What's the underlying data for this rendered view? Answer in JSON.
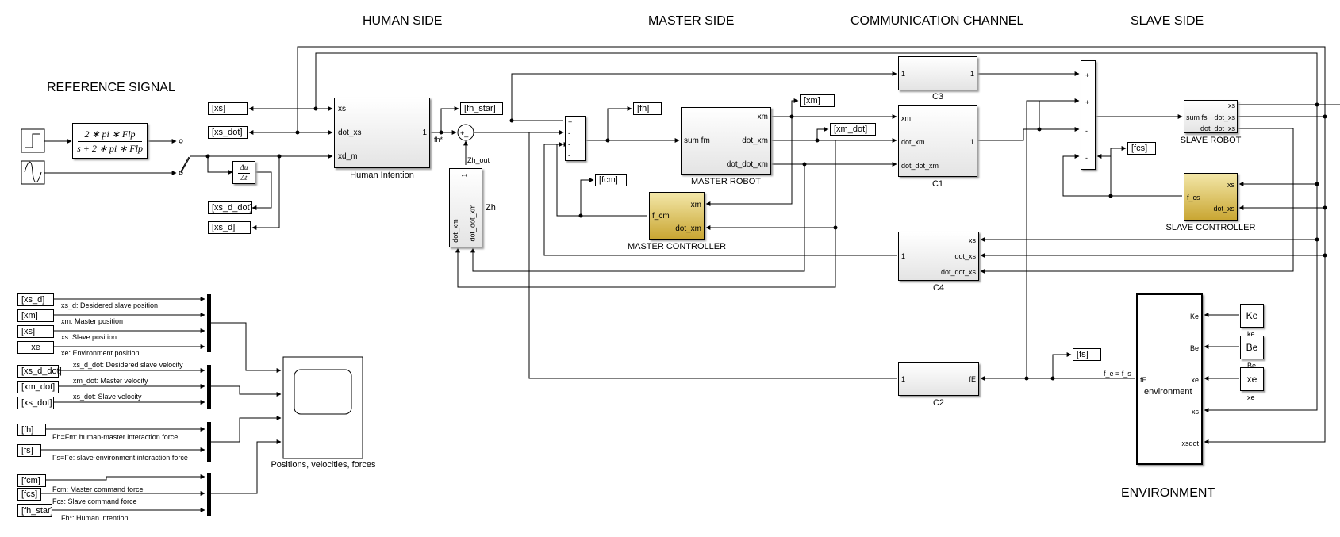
{
  "titles": {
    "reference": "REFERENCE SIGNAL",
    "human": "HUMAN SIDE",
    "master": "MASTER SIDE",
    "channel": "COMMUNICATION CHANNEL",
    "slave": "SLAVE SIDE",
    "environment": "ENVIRONMENT"
  },
  "tf": {
    "num": "2 ∗ pi ∗ Flp",
    "den": "s + 2 ∗ pi ∗ Flp"
  },
  "deriv": {
    "num": "Δu",
    "den": "Δt"
  },
  "goto": {
    "xs": "[xs]",
    "xs_dot": "[xs_dot]",
    "xs_d_dot": "[xs_d_dot]",
    "xs_d": "[xs_d]",
    "fh_star": "[fh_star]",
    "fh": "[fh]",
    "xm": "[xm]",
    "xm_dot": "[xm_dot]",
    "fcm": "[fcm]",
    "fcs": "[fcs]",
    "fs": "[fs]"
  },
  "human_intention": {
    "caption": "Human Intention",
    "in1": "xs",
    "in2": "dot_xs",
    "in3": "xd_m",
    "out": "1",
    "out_sig": "fh*"
  },
  "zh": {
    "caption": "Zh",
    "out_sig": "Zh_out",
    "port1": "dot_xm",
    "port2": "dot_dot_xm",
    "out": "1"
  },
  "master_robot": {
    "caption": "MASTER ROBOT",
    "in": "sum fm",
    "o1": "xm",
    "o2": "dot_xm",
    "o3": "dot_dot_xm"
  },
  "master_controller": {
    "caption": "MASTER CONTROLLER",
    "in1": "xm",
    "in2": "dot_xm",
    "out": "f_cm"
  },
  "c3": {
    "caption": "C3",
    "in": "1",
    "out": "1"
  },
  "c1": {
    "caption": "C1",
    "in1": "xm",
    "in2": "dot_xm",
    "in3": "dot_dot_xm",
    "out": "1"
  },
  "c4": {
    "caption": "C4",
    "in1": "xs",
    "in2": "dot_xs",
    "in3": "dot_dot_xs",
    "out": "1"
  },
  "c2": {
    "caption": "C2",
    "in": "fE",
    "out": "1"
  },
  "slave_robot": {
    "caption": "SLAVE ROBOT",
    "in": "sum fs",
    "o1": "xs",
    "o2": "dot_xs",
    "o3": "dot_dot_xs"
  },
  "slave_controller": {
    "caption": "SLAVE CONTROLLER",
    "in1": "xs",
    "in2": "dot_xs",
    "out": "f_cs"
  },
  "environment": {
    "label": "environment",
    "out": "fE",
    "p1": "Ke",
    "p2": "Be",
    "p3": "xe",
    "p4": "xs",
    "p5": "xsdot",
    "out_sig": "f_e = f_s"
  },
  "constants": {
    "ke": "Ke",
    "be": "Be",
    "xe": "xe",
    "ke_cap": "ke",
    "be_cap": "Be",
    "xe_cap": "xe"
  },
  "signs": {
    "sum1": "+_",
    "m1": "+",
    "m2": "-",
    "m3": "-",
    "m4": "-",
    "s1": "+",
    "s2": "+",
    "s3": "-",
    "s4": "-"
  },
  "scope": {
    "caption": "Positions, velocities, forces"
  },
  "from": {
    "xs_d": "[xs_d]",
    "xm": "[xm]",
    "xs": "[xs]",
    "xe": "xe",
    "xs_d_dot": "[xs_d_dot]",
    "xm_dot": "[xm_dot]",
    "xs_dot": "[xs_dot]",
    "fh": "[fh]",
    "fs": "[fs]",
    "fcm": "[fcm]",
    "fcs": "[fcs]",
    "fh_star": "[fh_star]"
  },
  "desc": {
    "xs_d": "xs_d: Desidered slave position",
    "xm": "xm: Master position",
    "xs": "xs: Slave position",
    "xe": "xe: Environment position",
    "xs_d_dot": "xs_d_dot: Desidered slave velocity",
    "xm_dot": "xm_dot: Master velocity",
    "xs_dot": "xs_dot: Slave velocity",
    "fh": "Fh=Fm: human-master interaction force",
    "fs": "Fs=Fe: slave-environment interaction force",
    "fcm": "Fcm: Master command force",
    "fcs": "Fcs: Slave command force",
    "fh_star": "Fh*: Human intention"
  }
}
